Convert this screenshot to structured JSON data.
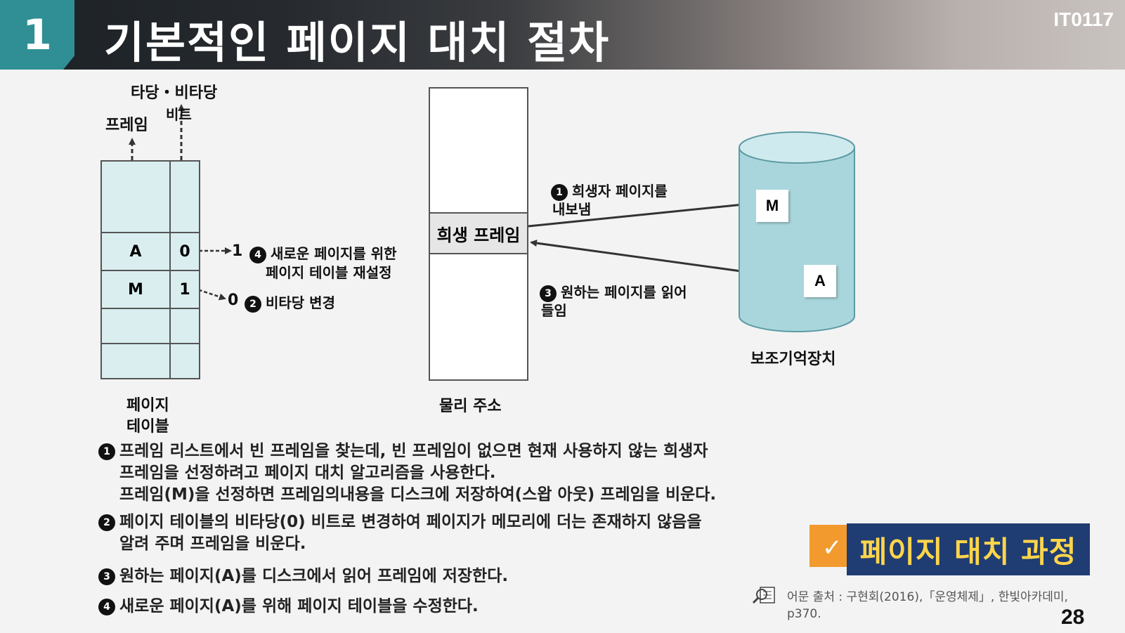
{
  "header": {
    "number": "1",
    "title": "기본적인 페이지 대치 절차",
    "course_code": "IT0117"
  },
  "diagram": {
    "labels": {
      "frame": "프레임",
      "valid_bit": "타당・비타당",
      "bit": "비트",
      "page_table_1": "페이지",
      "page_table_2": "테이블",
      "physical_address": "물리 주소",
      "victim_frame": "희생 프레임",
      "secondary_storage": "보조기억장치"
    },
    "page_table": {
      "rows": [
        {
          "frame": "",
          "bit": ""
        },
        {
          "frame": "A",
          "bit": "0"
        },
        {
          "frame": "M",
          "bit": "1"
        },
        {
          "frame": "",
          "bit": ""
        },
        {
          "frame": "",
          "bit": ""
        }
      ],
      "new_bit_A": "1",
      "new_bit_M": "0"
    },
    "disk_items": [
      "M",
      "A"
    ],
    "annotations": {
      "a1_badge": "1",
      "a1_line1": "희생자 페이지를",
      "a1_line2": "내보냄",
      "a2_badge": "2",
      "a2_text": "비타당 변경",
      "a3_badge": "3",
      "a3_line1": "원하는 페이지를 읽어",
      "a3_line2": "들임",
      "a4_badge": "4",
      "a4_line1": "새로운 페이지를 위한",
      "a4_line2": "페이지 테이블 재설정"
    }
  },
  "steps": [
    {
      "badge": "1",
      "lines": [
        "프레임 리스트에서 빈 프레임을 찾는데, 빈 프레임이 없으면 현재 사용하지 않는 희생자",
        "프레임을 선정하려고 페이지 대치 알고리즘을 사용한다.",
        "프레임(M)을 선정하면 프레임의내용을 디스크에 저장하여(스왑 아웃) 프레임을 비운다."
      ]
    },
    {
      "badge": "2",
      "lines": [
        "페이지 테이블의 비타당(0) 비트로 변경하여 페이지가 메모리에 더는 존재하지 않음을",
        "알려 주며 프레임을 비운다."
      ]
    },
    {
      "badge": "3",
      "lines": [
        "원하는 페이지(A)를 디스크에서 읽어 프레임에 저장한다."
      ]
    },
    {
      "badge": "4",
      "lines": [
        "새로운 페이지(A)를 위해 페이지 테이블을 수정한다."
      ]
    }
  ],
  "callout": "페이지 대치 과정",
  "source": {
    "line1": "어문 출처 : 구현회(2016),「운영체제」, 한빛아카데미,",
    "line2": "p370."
  },
  "page_number": "28"
}
